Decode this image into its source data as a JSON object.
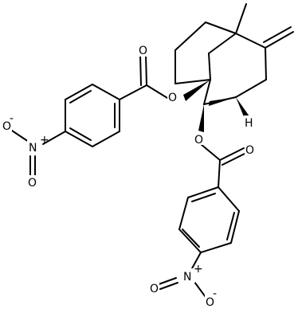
{
  "atom_labels": {
    "ester_o_upper": "O",
    "ester_o_lower": "O",
    "carbonyl_o_upper": "O",
    "carbonyl_o_lower": "O",
    "nitro_n_left": "N",
    "nitro_n_left_charge": "+",
    "nitro_o_left_single": "O",
    "nitro_o_left_single_charge": "-",
    "nitro_o_left_double": "O",
    "nitro_n_bottom": "N",
    "nitro_n_bottom_charge": "+",
    "nitro_o_bottom_single": "O",
    "nitro_o_bottom_single_charge": "-",
    "nitro_o_bottom_double": "O",
    "bridgehead_h": "H"
  }
}
